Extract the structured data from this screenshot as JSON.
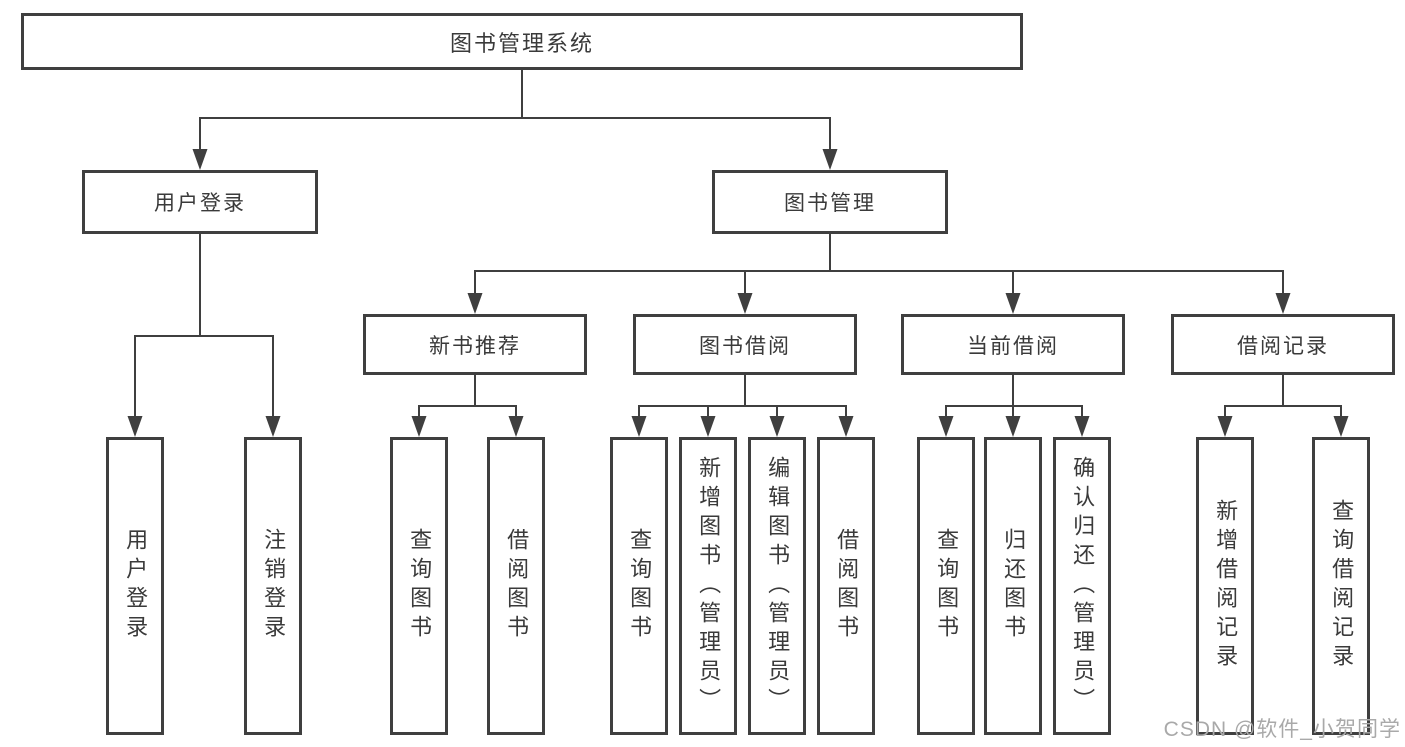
{
  "diagram": {
    "type": "hierarchy",
    "root": "图书管理系统",
    "children": [
      {
        "label": "用户登录",
        "children": [
          "用户登录",
          "注销登录"
        ]
      },
      {
        "label": "图书管理",
        "children": [
          {
            "label": "新书推荐",
            "children": [
              "查询图书",
              "借阅图书"
            ]
          },
          {
            "label": "图书借阅",
            "children": [
              "查询图书",
              "新增图书（管理员）",
              "编辑图书（管理员）",
              "借阅图书"
            ]
          },
          {
            "label": "当前借阅",
            "children": [
              "查询图书",
              "归还图书",
              "确认归还（管理员）"
            ]
          },
          {
            "label": "借阅记录",
            "children": [
              "新增借阅记录",
              "查询借阅记录"
            ]
          }
        ]
      }
    ]
  },
  "watermark": "CSDN @软件_小贺同学",
  "colors": {
    "line": "#3f3f3f",
    "text": "#3a3a3a",
    "watermark": "#a9a9a9",
    "background": "#ffffff"
  }
}
